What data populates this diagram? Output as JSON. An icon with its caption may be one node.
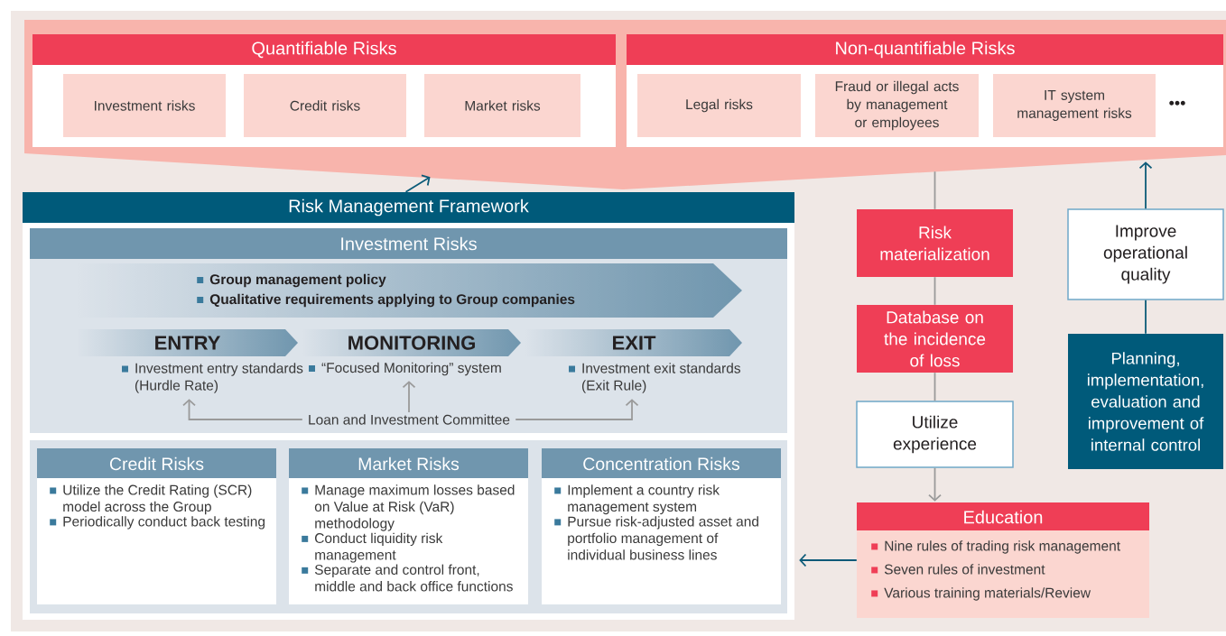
{
  "diagram": {
    "nodes": [
      {
        "text": [],
        "shape": "band"
      },
      {
        "text": [
          "Quantifiable Risks"
        ],
        "in": 0
      },
      {
        "text": [
          "Investment risks"
        ],
        "in": 1
      },
      {
        "text": [
          "Credit risks"
        ],
        "in": 1
      },
      {
        "text": [
          "Market risks"
        ],
        "in": 1
      },
      {
        "text": [
          "Non-quantifiable Risks"
        ],
        "in": 0
      },
      {
        "text": [
          "Legal risks"
        ],
        "in": 5
      },
      {
        "text": [
          "Fraud or illegal acts by management or employees"
        ],
        "in": 5
      },
      {
        "text": [
          "IT system management risks"
        ],
        "in": 5
      },
      {
        "text": [
          "Risk Management Framework"
        ]
      },
      {
        "text": [
          "Investment Risks"
        ],
        "in": 9
      },
      {
        "text": [
          "Group management policy",
          "Qualitative requirements applying to Group companies"
        ],
        "in": 10
      },
      {
        "text": [
          "ENTRY"
        ],
        "in": 10
      },
      {
        "text": [
          "MONITORING"
        ],
        "in": 10
      },
      {
        "text": [
          "EXIT"
        ],
        "in": 10
      },
      {
        "text": [
          "Investment entry standards (Hurdle Rate)"
        ],
        "in": 10
      },
      {
        "text": [
          "“Focused Monitoring” system"
        ],
        "in": 10
      },
      {
        "text": [
          "Investment exit standards (Exit Rule)"
        ],
        "in": 10
      },
      {
        "text": [
          "Loan and Investment Committee"
        ],
        "in": 10
      },
      {
        "text": [
          "Credit Risks",
          "Utilize the Credit Rating (SCR) model across the Group",
          "Periodically conduct back testing"
        ],
        "in": 9
      },
      {
        "text": [
          "Market Risks",
          "Manage maximum losses based on Value at Risk (VaR) methodology",
          "Conduct liquidity risk management",
          "Separate and control front, middle and back office functions"
        ],
        "in": 9
      },
      {
        "text": [
          "Concentration Risks",
          "Implement a country risk management system",
          "Pursue risk-adjusted asset and portfolio management of individual business lines"
        ],
        "in": 9
      },
      {
        "text": [
          "Risk materialization"
        ]
      },
      {
        "text": [
          "Database on the incidence of loss"
        ]
      },
      {
        "text": [
          "Utilize experience"
        ]
      },
      {
        "text": [
          "Education",
          "Nine rules of trading risk management",
          "Seven rules of investment",
          "Various training materials/Review"
        ]
      },
      {
        "text": [
          "Improve operational quality"
        ]
      },
      {
        "text": [
          "Planning, implementation, evaluation and improvement of internal control"
        ]
      }
    ],
    "edges": [
      {
        "from": 9,
        "to": 0,
        "arrow": "to",
        "color": "#0b5a78"
      },
      {
        "from": 0,
        "to": 22,
        "arrow": "none"
      },
      {
        "from": 22,
        "to": 23,
        "arrow": "none"
      },
      {
        "from": 23,
        "to": 24,
        "arrow": "none"
      },
      {
        "from": 24,
        "to": 25,
        "arrow": "to"
      },
      {
        "from": 25,
        "to": 9,
        "arrow": "to",
        "color": "#0b5a78"
      },
      {
        "from": 27,
        "to": 26,
        "arrow": "none",
        "color": "#0b5a78"
      },
      {
        "from": 26,
        "to": 0,
        "arrow": "to",
        "color": "#0b5a78"
      },
      {
        "from": 18,
        "to": 15,
        "arrow": "to"
      },
      {
        "from": 18,
        "to": 16,
        "arrow": "to"
      },
      {
        "from": 18,
        "to": 17,
        "arrow": "to"
      }
    ],
    "labels": [
      "•••"
    ]
  }
}
